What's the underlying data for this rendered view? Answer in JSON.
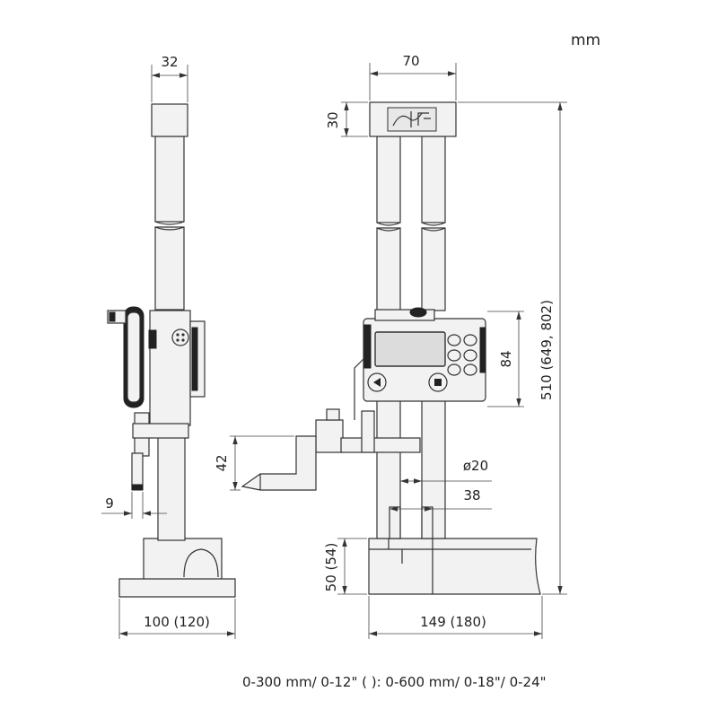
{
  "unit": "mm",
  "dimensions": {
    "column_width": "32",
    "head_width": "70",
    "head_height": "30",
    "display_height": "84",
    "total_height": "510 (649, 802)",
    "scriber_offset": "42",
    "column_diameter": "ø20",
    "column_spacing": "38",
    "scriber_tip": "9",
    "base_depth": "100 (120)",
    "base_width": "149 (180)",
    "base_height": "50 (54)"
  },
  "footnote": "0-300 mm/ 0-12\" ( ): 0-600 mm/ 0-18\"/ 0-24\""
}
